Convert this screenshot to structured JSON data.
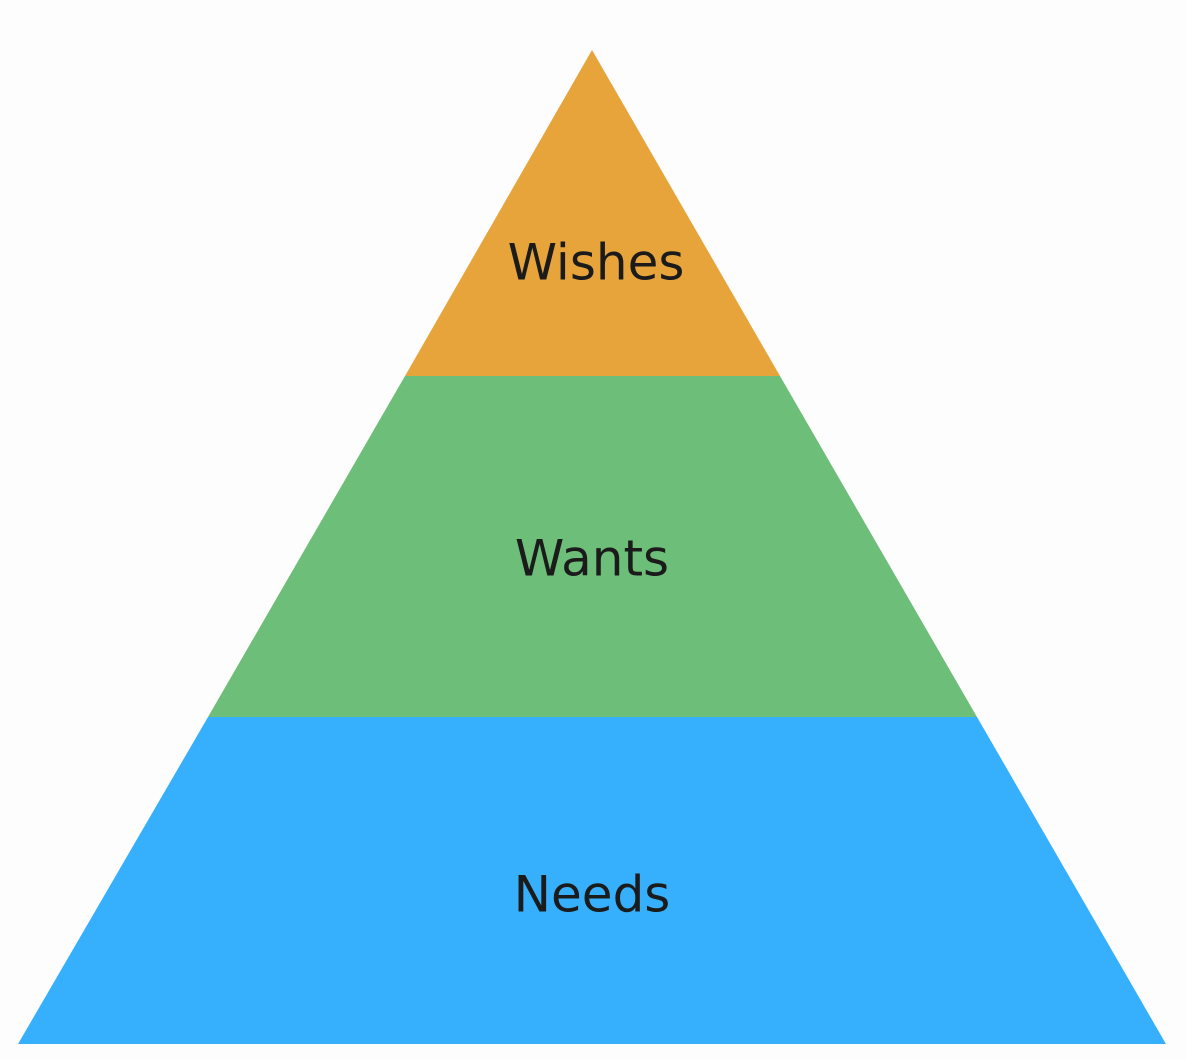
{
  "pyramid": {
    "tiers": [
      {
        "label": "Wishes",
        "color": "#E6A43A"
      },
      {
        "label": "Wants",
        "color": "#6DBE78"
      },
      {
        "label": "Needs",
        "color": "#36B0FC"
      }
    ],
    "label_color": "#1b1b1b",
    "background": "#fdfdfd"
  }
}
